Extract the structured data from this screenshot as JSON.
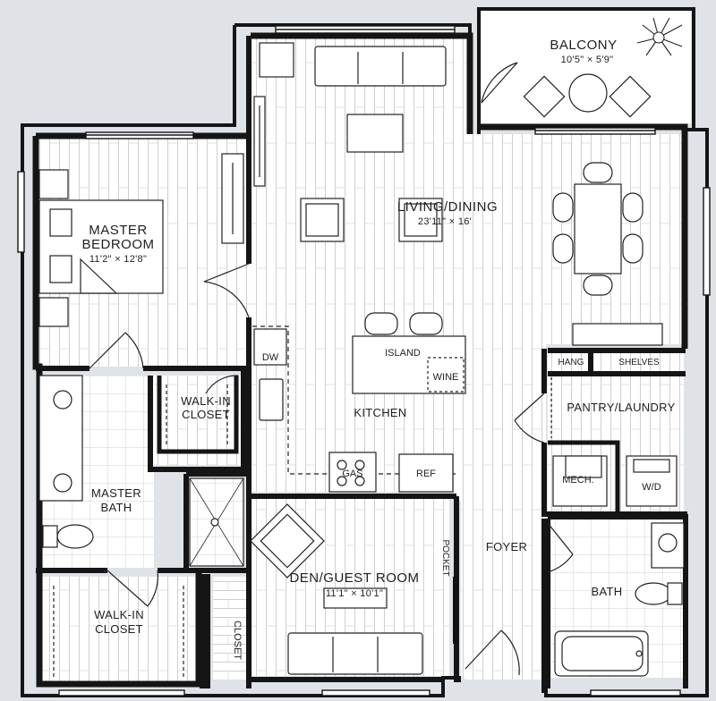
{
  "rooms": {
    "balcony": {
      "name": "BALCONY",
      "dim": "10'5\" × 5'9\""
    },
    "living": {
      "name": "LIVING/DINING",
      "dim": "23'11\" × 16'"
    },
    "master_bedroom": {
      "name_line1": "MASTER",
      "name_line2": "BEDROOM",
      "dim": "11'2\" × 12'8\""
    },
    "walkin_closet_upper": {
      "line1": "WALK-IN",
      "line2": "CLOSET"
    },
    "kitchen": {
      "name": "KITCHEN"
    },
    "pantry_laundry": {
      "name": "PANTRY/LAUNDRY"
    },
    "master_bath": {
      "line1": "MASTER",
      "line2": "BATH"
    },
    "den": {
      "name": "DEN/GUEST ROOM",
      "dim": "11'1\" × 10'1\""
    },
    "foyer": {
      "name": "FOYER"
    },
    "bath": {
      "name": "BATH"
    },
    "walkin_closet_lower": {
      "line1": "WALK-IN",
      "line2": "CLOSET"
    },
    "closet": {
      "name": "CLOSET"
    }
  },
  "fixtures": {
    "dw": "DW",
    "island": "ISLAND",
    "wine": "WINE",
    "gas": "GAS",
    "ref": "REF",
    "hang": "HANG",
    "shelves": "SHELVES",
    "mech": "MECH.",
    "wd": "W/D",
    "pocket": "POCKET"
  }
}
